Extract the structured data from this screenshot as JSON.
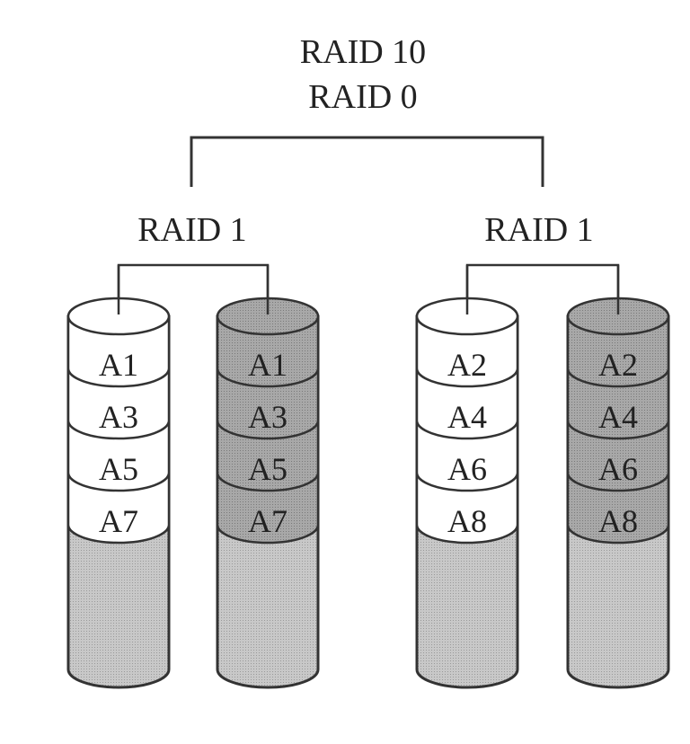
{
  "title": {
    "line1": "RAID 10",
    "line2": "RAID 0"
  },
  "groups": [
    {
      "label": "RAID 1",
      "disks": [
        {
          "shade": "white",
          "blocks": [
            "A1",
            "A3",
            "A5",
            "A7"
          ]
        },
        {
          "shade": "gray",
          "blocks": [
            "A1",
            "A3",
            "A5",
            "A7"
          ]
        }
      ]
    },
    {
      "label": "RAID 1",
      "disks": [
        {
          "shade": "white",
          "blocks": [
            "A2",
            "A4",
            "A6",
            "A8"
          ]
        },
        {
          "shade": "gray",
          "blocks": [
            "A2",
            "A4",
            "A6",
            "A8"
          ]
        }
      ]
    }
  ],
  "colors": {
    "white": "#ffffff",
    "gray": "#a9a9a9",
    "empty": "#c4c4c4",
    "stroke": "#333333"
  }
}
